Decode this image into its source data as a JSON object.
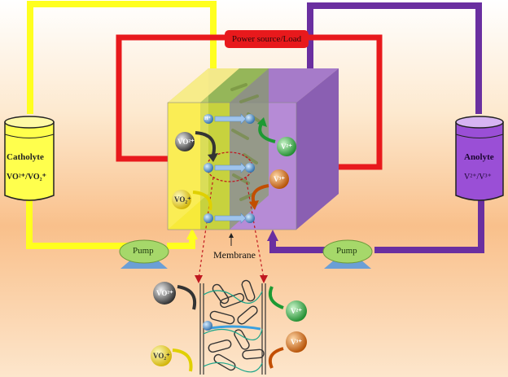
{
  "power_source": "Power source/Load",
  "catholyte": {
    "name": "Catholyte",
    "species": "VO²⁺/VO₂⁺"
  },
  "anolyte": {
    "name": "Anolyte",
    "species": "V²⁺/V³⁺"
  },
  "pumps": {
    "left": "Pump",
    "right": "Pump"
  },
  "membrane_label": "Membrane",
  "ions": {
    "vo2p_cell": "VO²⁺",
    "vo2_cell": "VO₂⁺",
    "v2_cell": "V²⁺",
    "v3_cell": "V³⁺",
    "h": "H⁺",
    "vo2p_zoom": "VO²⁺",
    "vo2_zoom": "VO₂⁺",
    "v2_zoom": "V²⁺",
    "v3_zoom": "V³⁺"
  },
  "colors": {
    "catholyte_line": "#ffff1f",
    "anolyte_line": "#6a2fa0",
    "power_line": "#e8191c",
    "membrane": "#8fb64a",
    "pump": "#a6d86a"
  }
}
